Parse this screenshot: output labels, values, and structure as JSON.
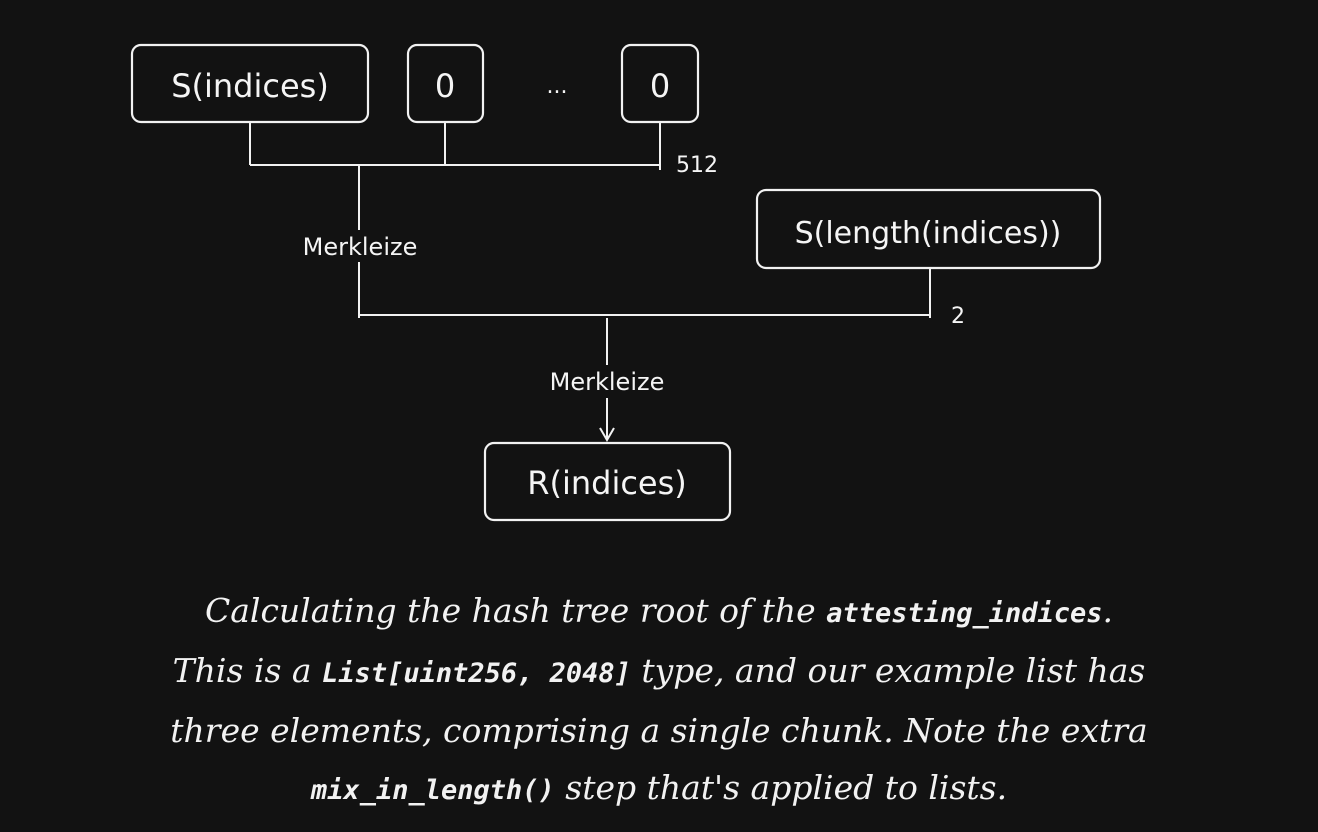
{
  "diagram": {
    "nodes": {
      "s_indices": "S(indices)",
      "zero_first": "0",
      "ellipsis": "...",
      "zero_last": "0",
      "s_length": "S(length(indices))",
      "r_indices": "R(indices)"
    },
    "labels": {
      "count_512": "512",
      "count_2": "2",
      "merkleize_1": "Merkleize",
      "merkleize_2": "Merkleize"
    }
  },
  "caption": {
    "p1": "Calculating the hash tree root of the ",
    "c1": "attesting_indices",
    "p2": ". This is a ",
    "c2": "List[uint256, 2048]",
    "p3": " type, and our example list has three elements, comprising a single chunk. Note the extra ",
    "c3": "mix_in_length()",
    "p4": " step that's applied to lists."
  }
}
